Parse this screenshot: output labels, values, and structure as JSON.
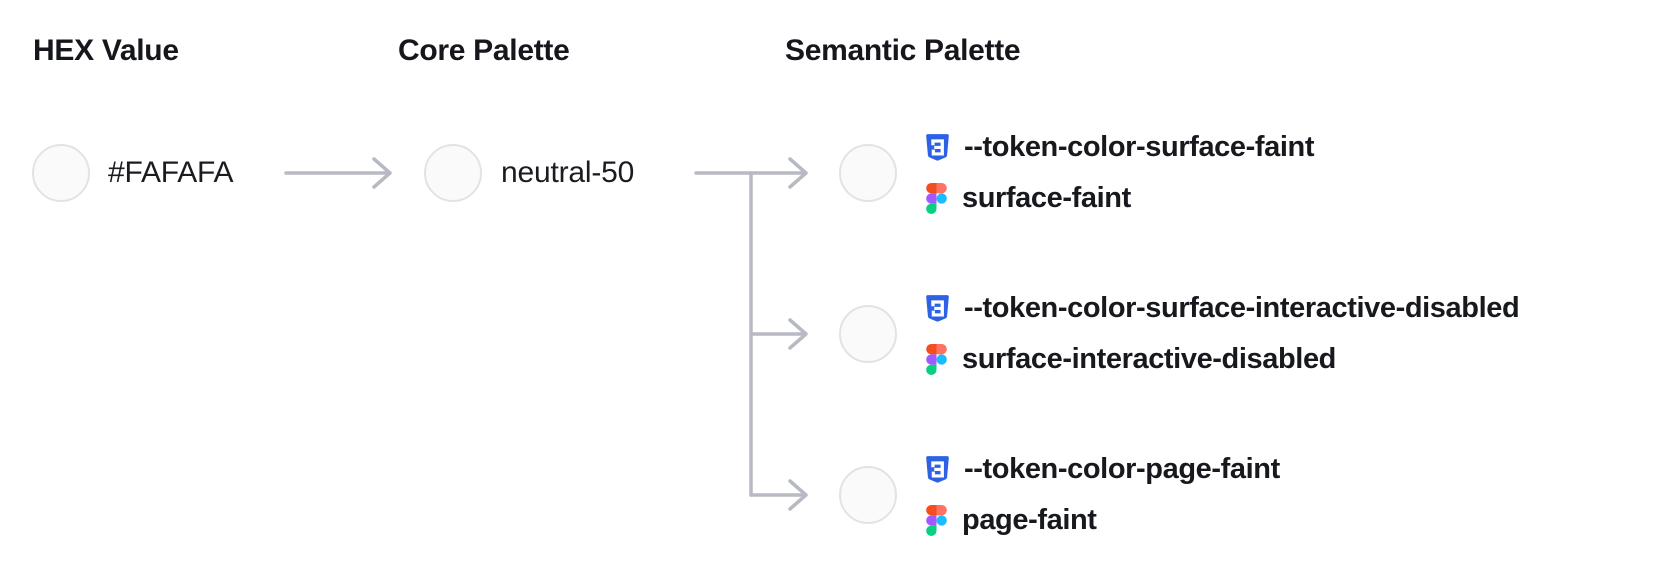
{
  "columns": {
    "hex": {
      "heading": "HEX Value"
    },
    "core": {
      "heading": "Core Palette"
    },
    "semantic": {
      "heading": "Semantic Palette"
    }
  },
  "hex": {
    "swatch_color": "#FAFAFA",
    "label": "#FAFAFA"
  },
  "core": {
    "swatch_color": "#FAFAFA",
    "label": "neutral-50"
  },
  "semantic_tokens": [
    {
      "swatch_color": "#FAFAFA",
      "css_variable": "--token-color-surface-faint",
      "figma_style": "surface-faint"
    },
    {
      "swatch_color": "#FAFAFA",
      "css_variable": "--token-color-surface-interactive-disabled",
      "figma_style": "surface-interactive-disabled"
    },
    {
      "swatch_color": "#FAFAFA",
      "css_variable": "--token-color-page-faint",
      "figma_style": "page-faint"
    }
  ],
  "icons": {
    "css": "css3-shield-icon",
    "figma": "figma-logo-icon"
  },
  "colors": {
    "background": "#FFFFFF",
    "text": "#17191E",
    "connector": "#B7BAC2",
    "swatch_fill": "#FAFAFA",
    "swatch_border": "#E1E3E8",
    "css_icon_blue": "#2D62E7",
    "figma_red": "#F24E1E",
    "figma_salmon": "#FF7262",
    "figma_purple": "#A259FF",
    "figma_blue": "#1ABCFE",
    "figma_green": "#0ACF83"
  }
}
